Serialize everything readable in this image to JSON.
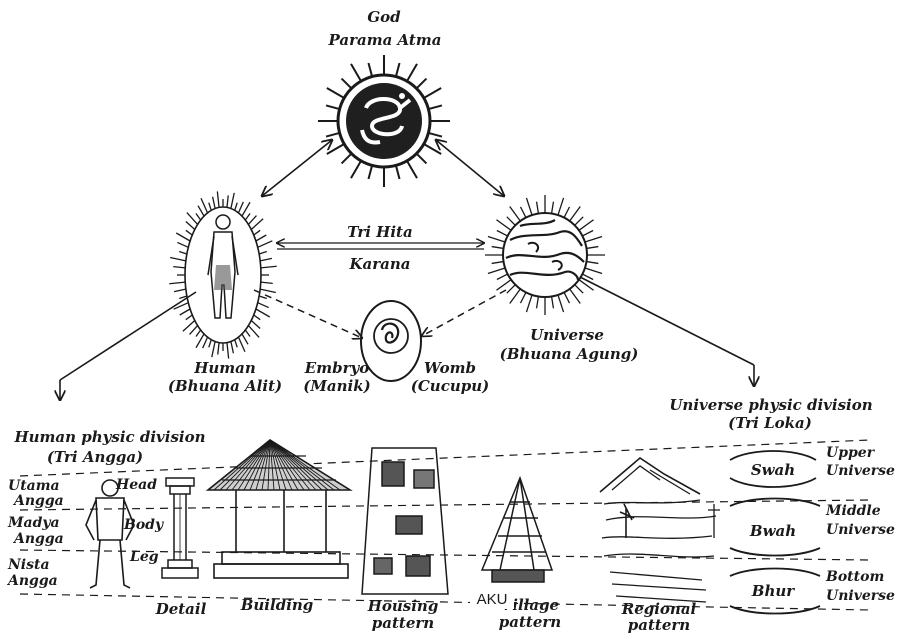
{
  "god": {
    "line1": "God",
    "line2": "Parama Atma"
  },
  "tri_hita": {
    "line1": "Tri Hita",
    "line2": "Karana"
  },
  "human": {
    "line1": "Human",
    "line2": "(Bhuana Alit)"
  },
  "embryo": {
    "line1": "Embryo",
    "line2": "(Manik)"
  },
  "womb": {
    "line1": "Womb",
    "line2": "(Cucupu)"
  },
  "universe": {
    "line1": "Universe",
    "line2": "(Bhuana Agung)"
  },
  "human_division": {
    "line1": "Human physic division",
    "line2": "(Tri Angga)"
  },
  "universe_division": {
    "line1": "Universe physic division",
    "line2": "(Tri Loka)"
  },
  "angga": {
    "utama": {
      "line1": "Utama",
      "line2": "Angga"
    },
    "madya": {
      "line1": "Madya",
      "line2": "Angga"
    },
    "nista": {
      "line1": "Nista",
      "line2": "Angga"
    }
  },
  "body_parts": {
    "head": "Head",
    "body": "Body",
    "leg": "Leg"
  },
  "levels": {
    "swah": "Swah",
    "bwah": "Bwah",
    "bhur": "Bhur"
  },
  "universe_levels": {
    "upper": {
      "line1": "Upper",
      "line2": "Universe"
    },
    "middle": {
      "line1": "Middle",
      "line2": "Universe"
    },
    "bottom": {
      "line1": "Bottom",
      "line2": "Universe"
    }
  },
  "scales": {
    "detail": "Detail",
    "building": "Building",
    "housing": {
      "line1": "Housing",
      "line2": "pattern"
    },
    "village": {
      "line1": "Village",
      "line2": "pattern"
    },
    "regional": {
      "line1": "Regional",
      "line2": "pattern"
    }
  },
  "overlay_text": "AKU"
}
